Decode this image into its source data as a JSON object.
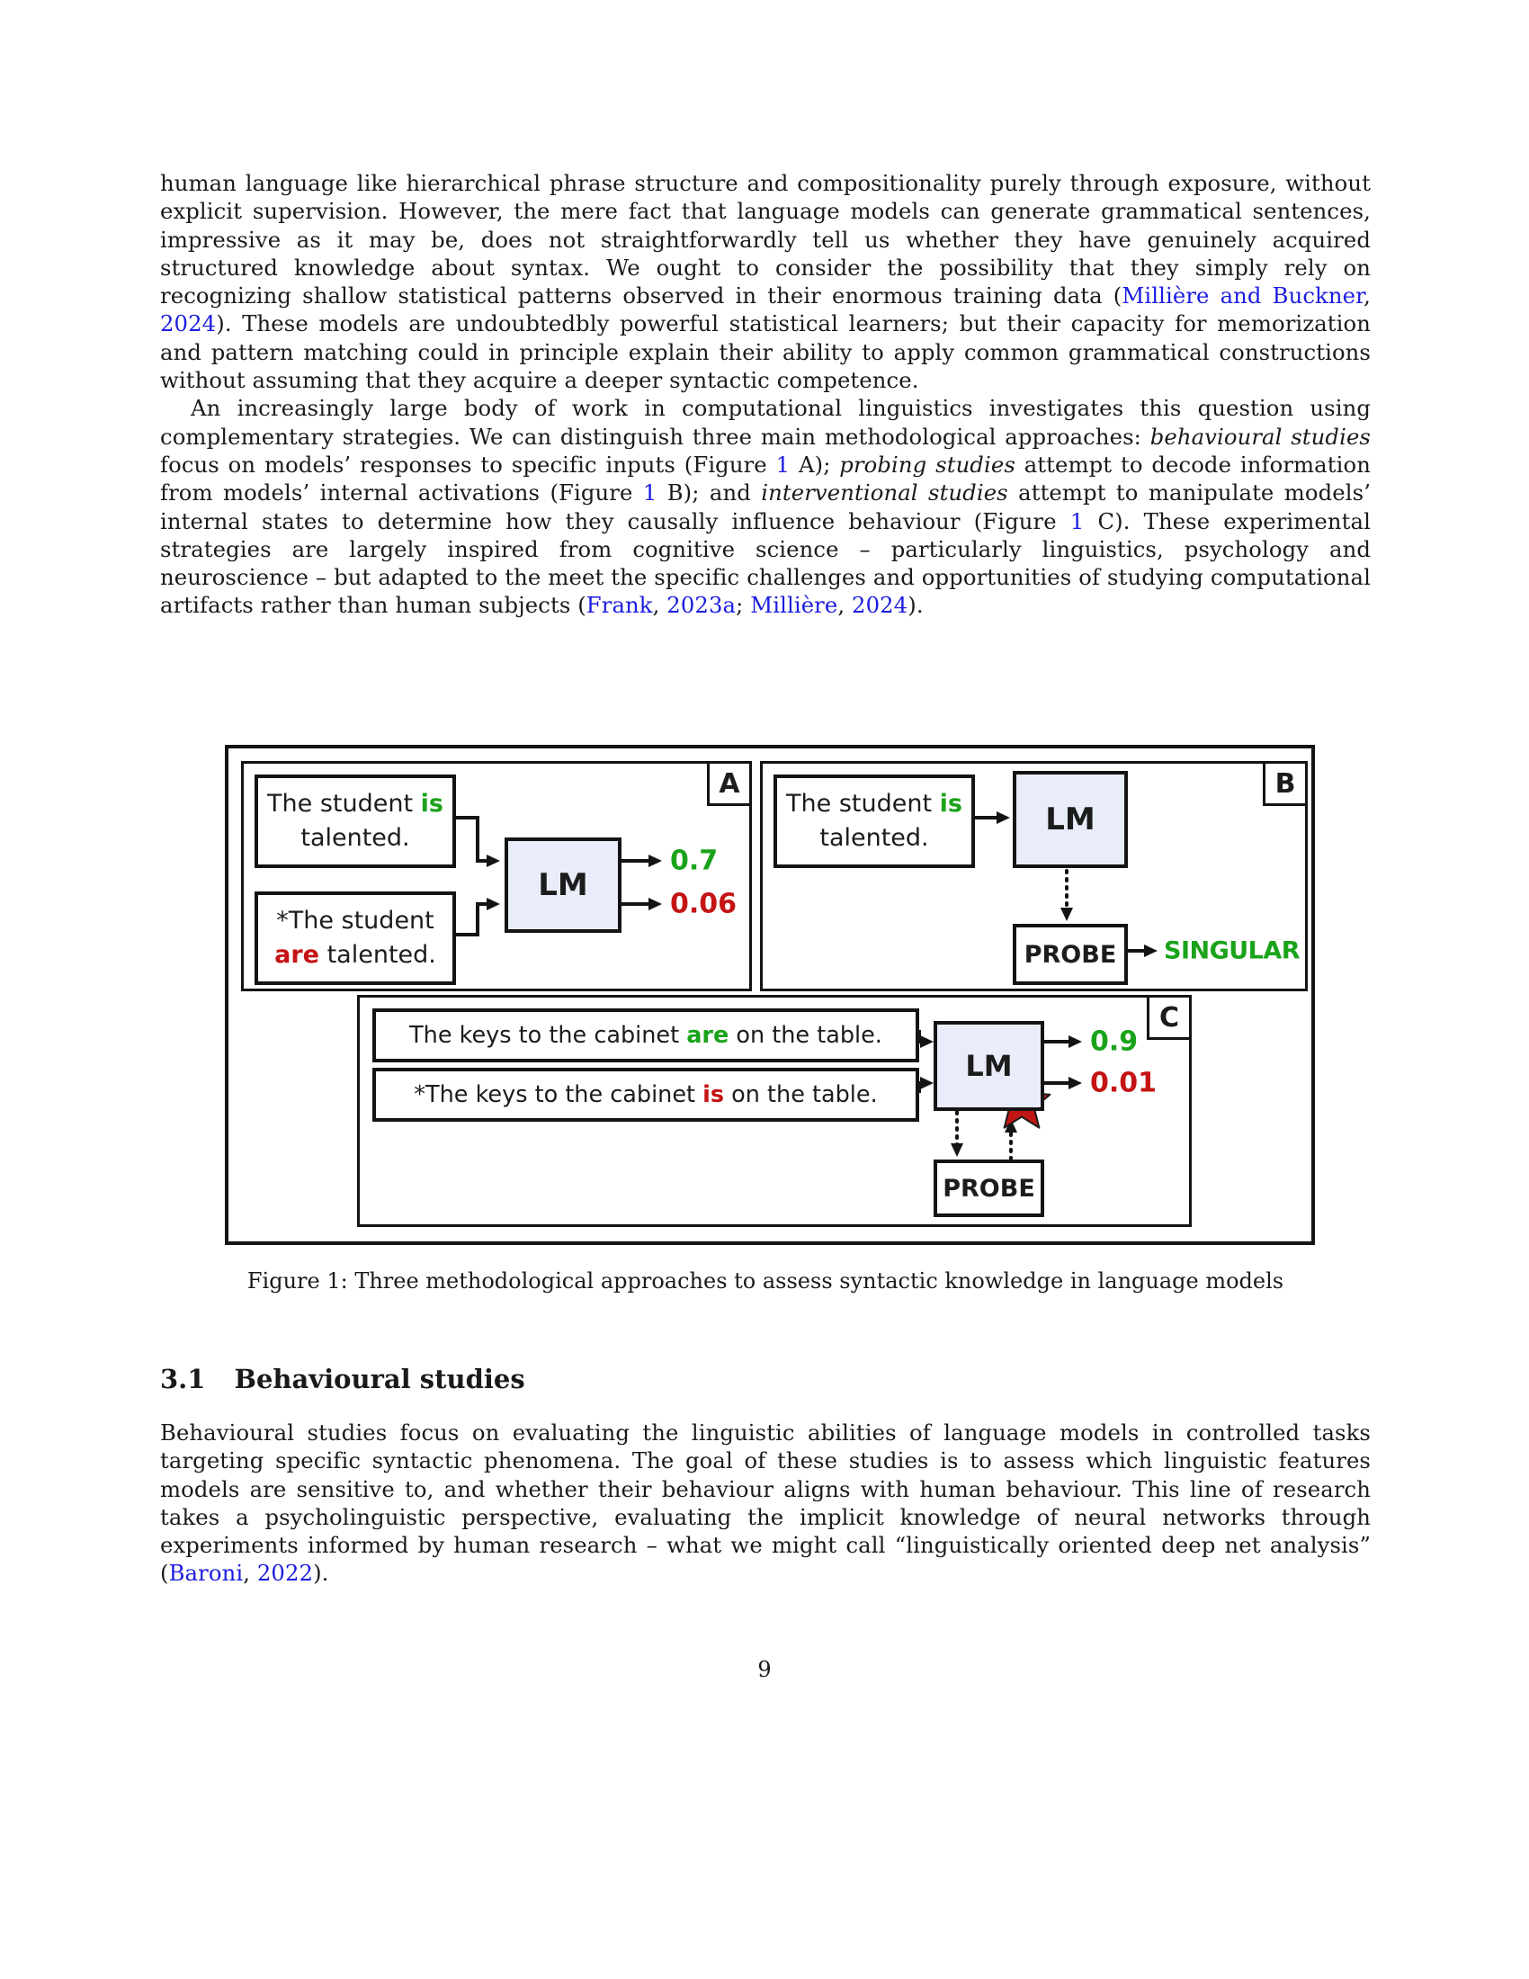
{
  "page": {
    "number": "9"
  },
  "colors": {
    "green": "#1aa31a",
    "red": "#c41414",
    "link_blue": "#1c1ce0",
    "lm_fill": "#e9edf9",
    "star_red": "#c01616"
  },
  "paragraphs": {
    "p1": {
      "segments": [
        {
          "text": "human language like hierarchical phrase structure and compositionality purely through exposure, without explicit supervision. However, the mere fact that language models can generate grammatical sentences, impressive as it may be, does not straightforwardly tell us whether they have genuinely acquired structured knowledge about syntax. We ought to consider the possibility that they simply rely on recognizing shallow statistical patterns observed in their enormous training data ("
        },
        {
          "text": "Millière and Buckner"
        },
        {
          "text": ", "
        },
        {
          "text": "2024"
        },
        {
          "text": "). These models are undoubtedbly powerful statistical learners; but their capacity for memorization and pattern matching could in principle explain their ability to apply common grammatical constructions without assuming that they acquire a deeper syntactic competence."
        }
      ]
    },
    "p2": {
      "segments": [
        {
          "text": "An increasingly large body of work in computational linguistics investigates this question using complementary strategies. We can distinguish three main methodological approaches: "
        },
        {
          "text": "behavioural studies"
        },
        {
          "text": " focus on models’ responses to specific inputs (Figure "
        },
        {
          "text": "1"
        },
        {
          "text": " A); "
        },
        {
          "text": "probing studies"
        },
        {
          "text": " attempt to decode information from models’ internal activations (Figure "
        },
        {
          "text": "1"
        },
        {
          "text": " B); and "
        },
        {
          "text": "interventional studies"
        },
        {
          "text": " attempt to manipulate models’ internal states to determine how they causally influence behaviour (Figure "
        },
        {
          "text": "1"
        },
        {
          "text": " C). These experimental strategies are largely inspired from cognitive science – particularly linguistics, psychology and neuroscience – but adapted to the meet the specific challenges and opportunities of studying computational artifacts rather than human subjects ("
        },
        {
          "text": "Frank"
        },
        {
          "text": ", "
        },
        {
          "text": "2023a"
        },
        {
          "text": "; "
        },
        {
          "text": "Millière"
        },
        {
          "text": ", "
        },
        {
          "text": "2024"
        },
        {
          "text": ")."
        }
      ]
    },
    "p3": {
      "segments": [
        {
          "text": "Behavioural studies focus on evaluating the linguistic abilities of language models in controlled tasks targeting specific syntactic phenomena. The goal of these studies is to assess which linguistic features models are sensitive to, and whether their behaviour aligns with human behaviour. This line of research takes a psycholinguistic perspective, evaluating the implicit knowledge of neural networks through experiments informed by human research – what we might call “linguistically oriented deep net analysis” ("
        },
        {
          "text": "Baroni"
        },
        {
          "text": ", "
        },
        {
          "text": "2022"
        },
        {
          "text": ")."
        }
      ]
    }
  },
  "figure": {
    "caption": "Figure 1: Three methodological approaches to assess syntactic knowledge in language models",
    "panels": {
      "A": {
        "label": "A",
        "lm": "LM",
        "sentence1": {
          "pre": "The student ",
          "verb": "is",
          "post": "talented."
        },
        "sentence2": {
          "star": "*",
          "pre": "The student",
          "verb": "are",
          "post": " talented."
        },
        "outputs": [
          {
            "value": "0.7"
          },
          {
            "value": "0.06"
          }
        ]
      },
      "B": {
        "label": "B",
        "lm": "LM",
        "probe": "PROBE",
        "sentence": {
          "pre": "The student ",
          "verb": "is",
          "post": "talented."
        },
        "output": "SINGULAR"
      },
      "C": {
        "label": "C",
        "lm": "LM",
        "probe": "PROBE",
        "sentence1": {
          "pre": "The keys to the cabinet ",
          "verb": "are",
          "post": " on the table."
        },
        "sentence2": {
          "star": "*",
          "pre": "The keys to the cabinet ",
          "verb": "is",
          "post": " on the table."
        },
        "outputs": [
          {
            "value": "0.9"
          },
          {
            "value": "0.01"
          }
        ],
        "star_icon": "red-star"
      }
    }
  },
  "section": {
    "number": "3.1",
    "title": "Behavioural studies"
  }
}
